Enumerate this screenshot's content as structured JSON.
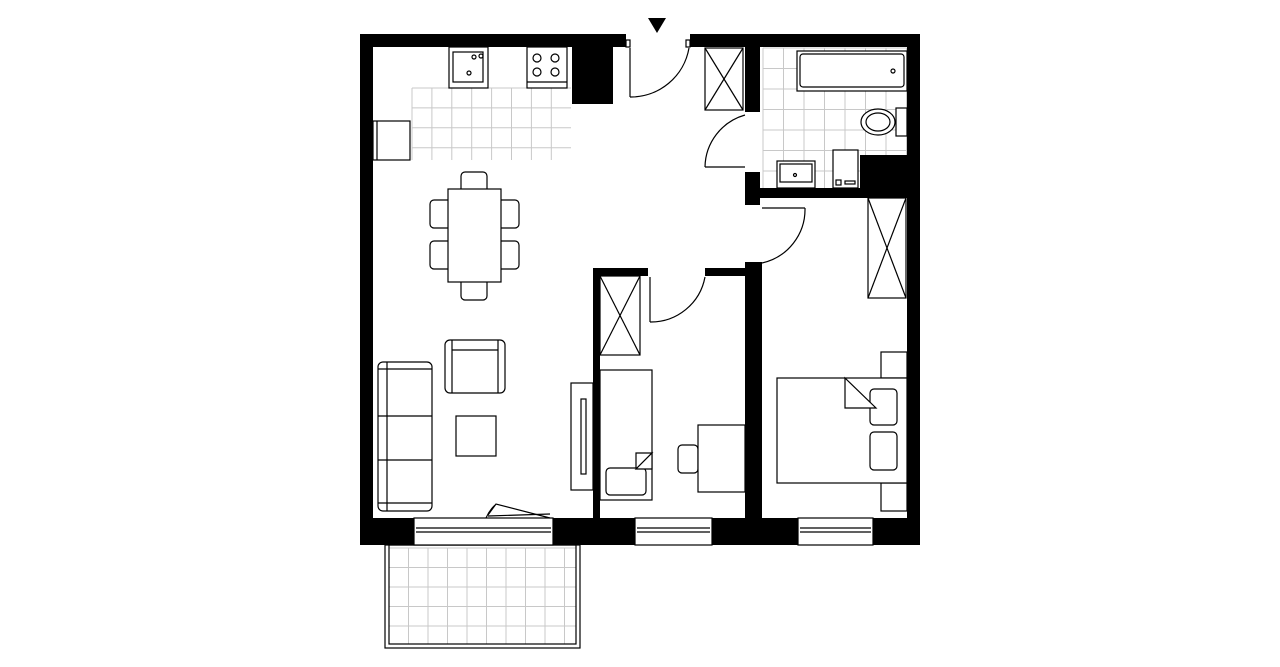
{
  "plan": {
    "colors": {
      "wall": "#000000",
      "background": "#ffffff",
      "tile_grid": "#c8c8c8"
    },
    "rooms": [
      "living-kitchen",
      "hall",
      "bathroom",
      "small-room",
      "bedroom",
      "balcony"
    ],
    "entrance_marker": "triangle-down-icon"
  }
}
